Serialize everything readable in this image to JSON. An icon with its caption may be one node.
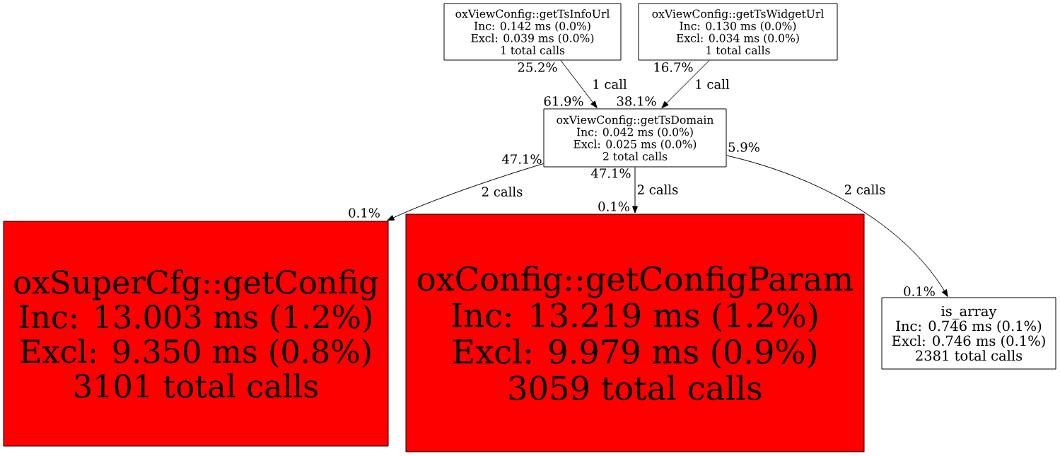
{
  "diagram": {
    "nodes": [
      {
        "text": [
          "oxViewConfig::getTsInfoUrl",
          "Inc: 0.142 ms (0.0%)",
          "Excl: 0.039 ms (0.0%)",
          "1 total calls"
        ]
      },
      {
        "text": [
          "oxViewConfig::getTsWidgetUrl",
          "Inc: 0.130 ms (0.0%)",
          "Excl: 0.034 ms (0.0%)",
          "1 total calls"
        ]
      },
      {
        "text": [
          "oxViewConfig::getTsDomain",
          "Inc: 0.042 ms (0.0%)",
          "Excl: 0.025 ms (0.0%)",
          "2 total calls"
        ]
      },
      {
        "text": [
          "oxSuperCfg::getConfig",
          "Inc: 13.003 ms (1.2%)",
          "Excl: 9.350 ms (0.8%)",
          "3101 total calls"
        ]
      },
      {
        "text": [
          "oxConfig::getConfigParam",
          "Inc: 13.219 ms (1.2%)",
          "Excl: 9.979 ms (0.9%)",
          "3059 total calls"
        ]
      },
      {
        "text": [
          "is_array",
          "Inc: 0.746 ms (0.1%)",
          "Excl: 0.746 ms (0.1%)",
          "2381 total calls"
        ]
      }
    ],
    "edges": [
      {
        "from": 0,
        "to": 2,
        "arrow": "to",
        "label": "1 call"
      },
      {
        "from": 1,
        "to": 2,
        "arrow": "to",
        "label": "1 call"
      },
      {
        "from": 2,
        "to": 3,
        "arrow": "to",
        "label": "2 calls"
      },
      {
        "from": 2,
        "to": 4,
        "arrow": "to",
        "label": "2 calls"
      },
      {
        "from": 2,
        "to": 5,
        "arrow": "to",
        "label": "2 calls"
      }
    ],
    "labels": [
      "25.2%",
      "16.7%",
      "61.9%",
      "38.1%",
      "5.9%",
      "47.1%",
      "47.1%",
      "0.1%",
      "0.1%",
      "0.1%"
    ]
  }
}
